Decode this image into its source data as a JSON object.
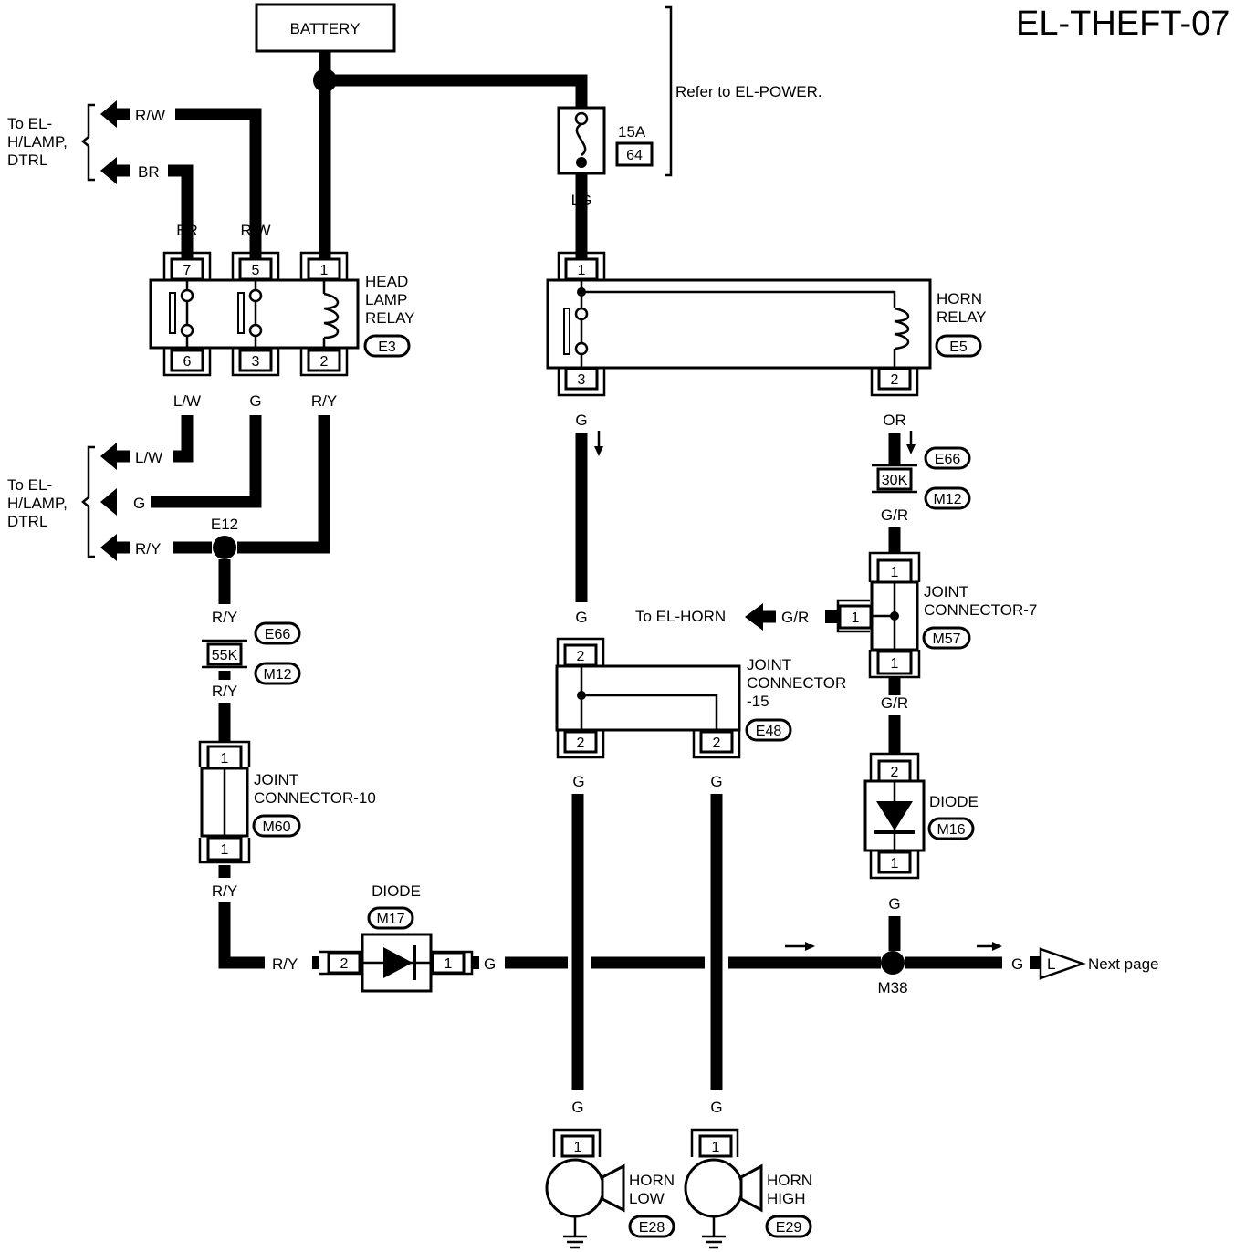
{
  "page_title": "EL-THEFT-07",
  "battery_label": "BATTERY",
  "refer_note": "Refer to EL-POWER.",
  "fuse": {
    "rating": "15A",
    "number": "64"
  },
  "wires": {
    "lg": "LG",
    "br": "BR",
    "rw": "R/W",
    "lw": "L/W",
    "g": "G",
    "ry": "R/Y",
    "or": "OR",
    "gr": "G/R"
  },
  "to_el_hlamp_top": [
    "To EL-",
    "H/LAMP,",
    "DTRL"
  ],
  "to_el_hlamp_bottom": [
    "To EL-",
    "H/LAMP,",
    "DTRL"
  ],
  "head_lamp_relay": {
    "name": [
      "HEAD",
      "LAMP",
      "RELAY"
    ],
    "connector": "E3",
    "pins_top": [
      "7",
      "5",
      "1"
    ],
    "pins_bottom": [
      "6",
      "3",
      "2"
    ]
  },
  "horn_relay": {
    "name": [
      "HORN",
      "RELAY"
    ],
    "connector": "E5",
    "pins_top": [
      "1"
    ],
    "pins_bottom": [
      "3",
      "2"
    ]
  },
  "splice_e12": "E12",
  "splice_m38": "M38",
  "resistor_55k": {
    "value": "55K",
    "connectors": [
      "E66",
      "M12"
    ]
  },
  "resistor_30k": {
    "value": "30K",
    "connectors": [
      "E66",
      "M12"
    ]
  },
  "joint_connector_10": {
    "name": [
      "JOINT",
      "CONNECTOR-10"
    ],
    "connector": "M60",
    "pins": [
      "1",
      "1"
    ]
  },
  "joint_connector_7": {
    "name": [
      "JOINT",
      "CONNECTOR-7"
    ],
    "connector": "M57",
    "pins": [
      "1",
      "1",
      "1"
    ]
  },
  "joint_connector_15": {
    "name": [
      "JOINT",
      "CONNECTOR",
      "-15"
    ],
    "connector": "E48",
    "pins": [
      "2",
      "2",
      "2"
    ]
  },
  "diode_m17": {
    "name": "DIODE",
    "connector": "M17",
    "pins": [
      "2",
      "1"
    ]
  },
  "diode_m16": {
    "name": "DIODE",
    "connector": "M16",
    "pins": [
      "2",
      "1"
    ]
  },
  "to_el_horn": "To EL-HORN",
  "horn_low": {
    "name": [
      "HORN",
      "LOW"
    ],
    "connector": "E28",
    "pin": "1"
  },
  "horn_high": {
    "name": [
      "HORN",
      "HIGH"
    ],
    "connector": "E29",
    "pin": "1"
  },
  "next_page": {
    "letter": "L",
    "label": "Next page"
  }
}
